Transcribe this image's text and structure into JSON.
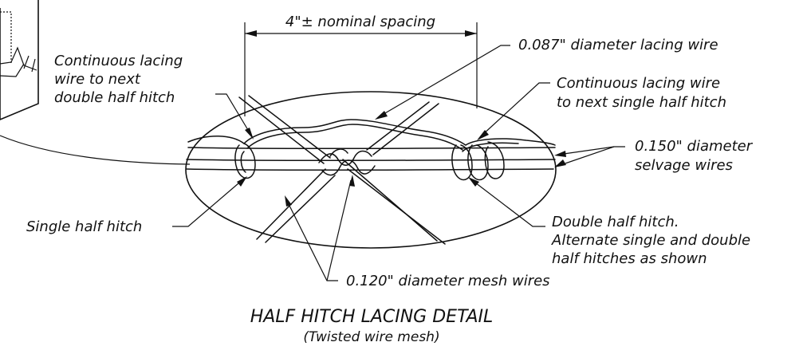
{
  "diagram": {
    "title": "HALF HITCH LACING DETAIL",
    "subtitle": "(Twisted wire mesh)",
    "labels": {
      "spacing": "4\"± nominal spacing",
      "lacing_wire": "0.087\" diameter lacing wire",
      "continuous_single": [
        "Continuous lacing wire",
        "to next single half hitch"
      ],
      "continuous_double": [
        "Continuous lacing",
        "wire to next",
        "double half hitch"
      ],
      "selvage": [
        "0.150\" diameter",
        "selvage wires"
      ],
      "single_half_hitch": "Single half hitch",
      "double_half_hitch": [
        "Double half hitch.",
        "Alternate single and double",
        "half hitches as shown"
      ],
      "mesh_wires": "0.120\" diameter mesh wires"
    }
  }
}
